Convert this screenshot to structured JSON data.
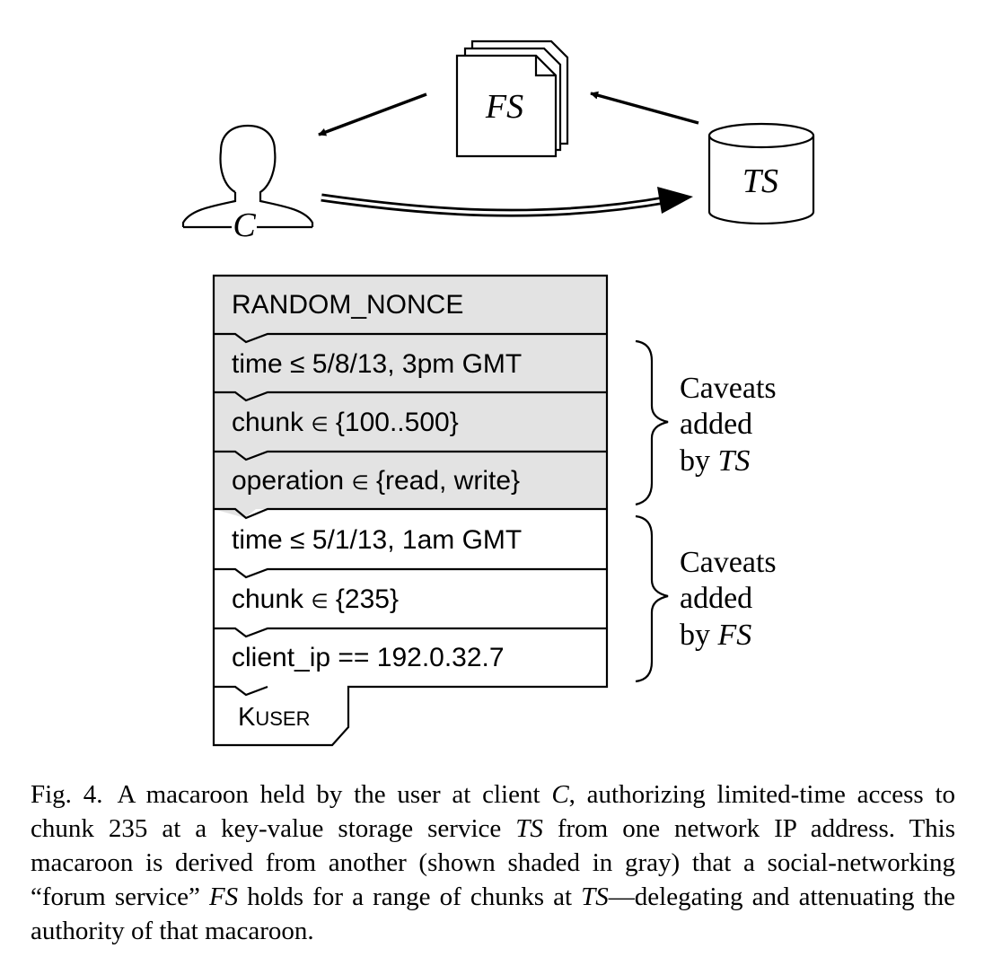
{
  "nodes": {
    "client": "C",
    "forum_service": "FS",
    "target_service": "TS"
  },
  "macaroon": {
    "nonce": "RANDOM_NONCE",
    "ts_caveats": [
      {
        "pre": "time ≤ 5/8/13, 3pm GMT",
        "sym": "",
        "post": ""
      },
      {
        "pre": "chunk ",
        "sym": "∈",
        "post": " {100..500}"
      },
      {
        "pre": "operation ",
        "sym": "∈",
        "post": " {read, write}"
      }
    ],
    "fs_caveats": [
      {
        "pre": "time ≤ 5/1/13, 1am GMT",
        "sym": "",
        "post": ""
      },
      {
        "pre": "chunk ",
        "sym": "∈",
        "post": " {235}"
      },
      {
        "pre": "client_ip == 192.0.32.7",
        "sym": "",
        "post": ""
      }
    ],
    "key_main": "K",
    "key_sub": "USER"
  },
  "braces": {
    "ts": {
      "line1": "Caveats",
      "line2": "added",
      "line3_prefix": "by ",
      "line3_italic": "TS"
    },
    "fs": {
      "line1": "Caveats",
      "line2": "added",
      "line3_prefix": "by ",
      "line3_italic": "FS"
    }
  },
  "caption": {
    "label": "Fig. 4.",
    "text_parts": [
      {
        "t": "A macaroon held by the user at client ",
        "i": false
      },
      {
        "t": "C",
        "i": true
      },
      {
        "t": ", authorizing limited-time access to chunk 235 at a key-value storage service ",
        "i": false
      },
      {
        "t": "TS",
        "i": true
      },
      {
        "t": " from one network IP address. This macaroon is derived from another (shown shaded in gray) that a social-networking “forum service” ",
        "i": false
      },
      {
        "t": "FS",
        "i": true
      },
      {
        "t": " holds for a range of chunks at ",
        "i": false
      },
      {
        "t": "TS",
        "i": true
      },
      {
        "t": "—delegating and attenuating the authority of that macaroon.",
        "i": false
      }
    ]
  },
  "colors": {
    "shaded": "#e3e3e3",
    "stroke": "#000000",
    "background": "#ffffff"
  }
}
